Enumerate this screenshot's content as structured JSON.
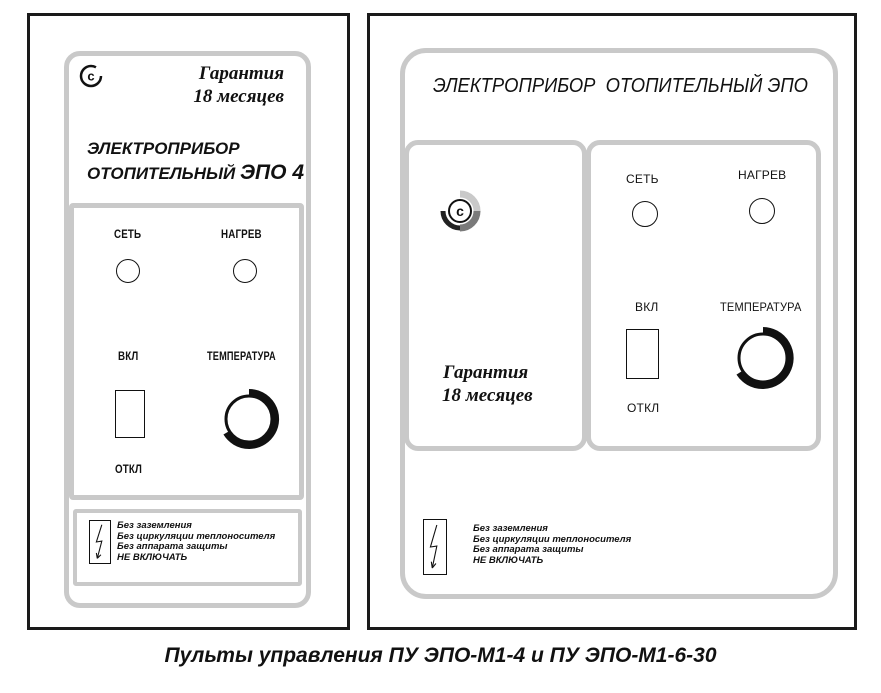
{
  "caption": "Пульты управления ПУ ЭПО-М1-4 и ПУ ЭПО-М1-6-30",
  "left_panel": {
    "warranty_line1": "Гарантия",
    "warranty_line2": "18 месяцев",
    "title_line1": "ЭЛЕКТРОПРИБОР",
    "title_line2_prefix": "ОТОПИТЕЛЬНЫЙ",
    "title_line2_model": "ЭПО 4",
    "label_power": "СЕТЬ",
    "label_heating": "НАГРЕВ",
    "label_on": "ВКЛ",
    "label_off": "ОТКЛ",
    "label_temperature": "ТЕМПЕРАТУРА",
    "warning": [
      "Без заземления",
      "Без циркуляции теплоносителя",
      "Без аппарата защиты",
      "НЕ ВКЛЮЧАТЬ"
    ]
  },
  "right_panel": {
    "title": "ЭЛЕКТРОПРИБОР  ОТОПИТЕЛЬНЫЙ ЭПО",
    "warranty_line1": "Гарантия",
    "warranty_line2": "18 месяцев",
    "label_power": "СЕТЬ",
    "label_heating": "НАГРЕВ",
    "label_on": "ВКЛ",
    "label_off": "ОТКЛ",
    "label_temperature": "ТЕМПЕРАТУРА",
    "warning": [
      "Без заземления",
      "Без циркуляции теплоносителя",
      "Без аппарата защиты",
      "НЕ ВКЛЮЧАТЬ"
    ]
  },
  "icons": {
    "logo": "logo-c-icon",
    "knob": "temperature-knob-icon",
    "warning": "lightning-bolt-icon"
  },
  "colors": {
    "frame": "#1a1a1a",
    "panel_border": "#c9c9c9",
    "ink": "#111111"
  }
}
